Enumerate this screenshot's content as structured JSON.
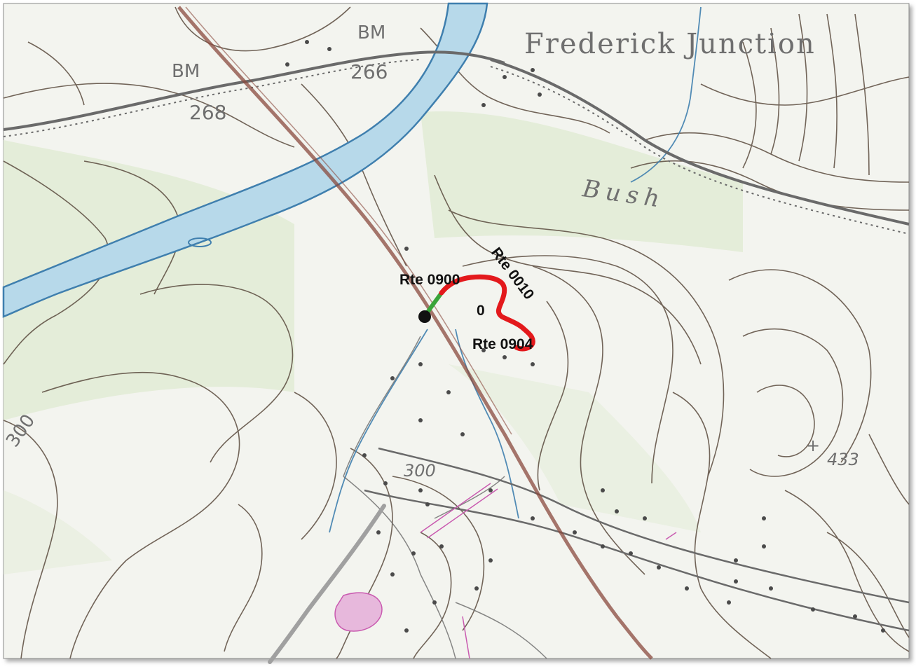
{
  "map": {
    "place_labels": {
      "town": "Frederick Junction",
      "creek": "Bush"
    },
    "elevation_labels": {
      "bm_left": "BM",
      "bm_left_value": "268",
      "bm_right": "BM",
      "bm_right_value": "266",
      "contour_left": "300",
      "contour_center": "300",
      "spot_height": "433"
    },
    "route_labels": {
      "route_a": "Rte 0900",
      "route_b": "Rte 0010",
      "route_c": "Rte 0904",
      "milepost": "0"
    },
    "colors": {
      "paper": "#f3f4ef",
      "contour": "#5a4a3e",
      "water": "#b7d9ea",
      "water_edge": "#3f7fae",
      "railroad": "#6a6a6a",
      "highway": "#8a4a3e",
      "vegetation": "#e3ecd6",
      "route_red": "#e3191c",
      "route_green": "#3aa53a",
      "gray_road": "#a0a0a0",
      "marker": "#111111"
    }
  }
}
